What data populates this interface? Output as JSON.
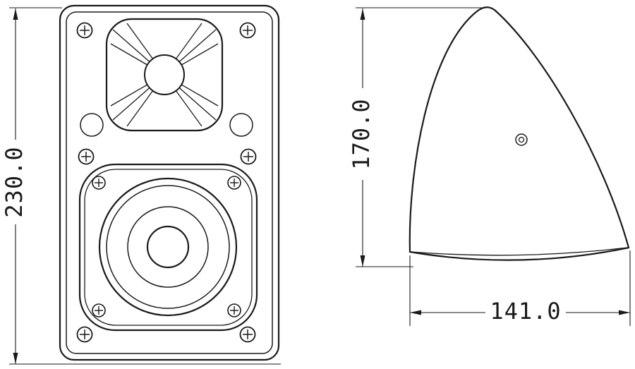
{
  "drawing": {
    "dimensions": {
      "front_height": "230.0",
      "side_height": "170.0",
      "side_depth": "141.0"
    },
    "colors": {
      "line": "#1a1a1a",
      "background": "#ffffff"
    }
  }
}
